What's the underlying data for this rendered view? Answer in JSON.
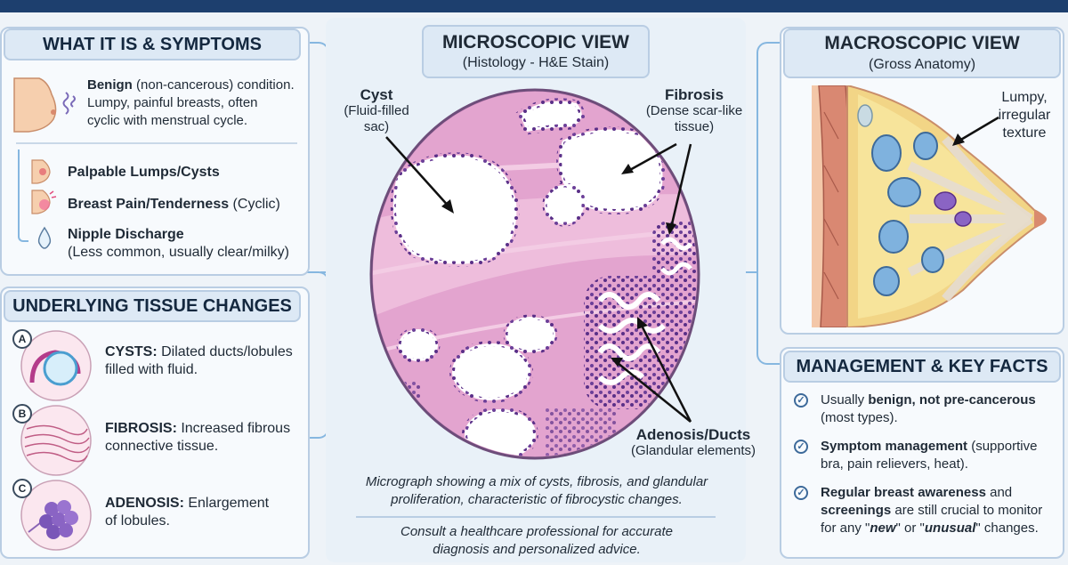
{
  "symptoms": {
    "heading": "WHAT IT IS & SYMPTOMS",
    "intro_bold": "Benign",
    "intro_rest": " (non-cancerous) condition.",
    "intro_line2": "Lumpy, painful breasts, often",
    "intro_line3": "cyclic with menstrual cycle.",
    "item1_bold": "Palpable Lumps/Cysts",
    "item2_bold": "Breast Pain/Tenderness",
    "item2_rest": " (Cyclic)",
    "item3_bold": "Nipple Discharge",
    "item3_line2": "(Less common, usually clear/milky)"
  },
  "tissue": {
    "heading": "UNDERLYING TISSUE CHANGES",
    "a_letter": "A",
    "a_bold": "CYSTS:",
    "a_rest": " Dilated ducts/lobules",
    "a_line2": "filled with fluid.",
    "b_letter": "B",
    "b_bold": "FIBROSIS:",
    "b_rest": " Increased fibrous",
    "b_line2": "connective tissue.",
    "c_letter": "C",
    "c_bold": "ADENOSIS:",
    "c_rest": " Enlargement",
    "c_line2": "of lobules."
  },
  "micro": {
    "heading": "MICROSCOPIC VIEW",
    "subheading": "(Histology - H&E Stain)",
    "cyst_title": "Cyst",
    "cyst_sub1": "(Fluid-filled",
    "cyst_sub2": "sac)",
    "fibrosis_title": "Fibrosis",
    "fibrosis_sub1": "(Dense scar-like",
    "fibrosis_sub2": "tissue)",
    "adenosis_title": "Adenosis/Ducts",
    "adenosis_sub": "(Glandular elements)",
    "caption1": "Micrograph showing a mix of cysts, fibrosis, and glandular",
    "caption2": "proliferation, characteristic of fibrocystic changes.",
    "consult1": "Consult a healthcare professional for accurate",
    "consult2": "diagnosis and personalized advice."
  },
  "macro": {
    "heading": "MACROSCOPIC VIEW",
    "subheading": "(Gross Anatomy)",
    "label1": "Lumpy,",
    "label2": "irregular",
    "label3": "texture"
  },
  "management": {
    "heading": "MANAGEMENT & KEY FACTS",
    "f1_a": "Usually ",
    "f1_b": "benign, not pre-cancerous",
    "f1_line2": "(most types).",
    "f2_b": "Symptom management",
    "f2_rest": " (supportive",
    "f2_line2": "bra, pain relievers, heat).",
    "f3_b1": "Regular breast awareness",
    "f3_rest1": " and",
    "f3_b2": "screenings",
    "f3_rest2": " are still crucial to monitor",
    "f3_line3_a": "for any \"",
    "f3_new": "new",
    "f3_mid": "\" or \"",
    "f3_unusual": "unusual",
    "f3_end": "\" changes."
  },
  "colors": {
    "accent": "#86b7e0",
    "panel_border": "#b9cde3",
    "tissue_pink": "#e3a4cf",
    "nuclei": "#6b3f98"
  }
}
